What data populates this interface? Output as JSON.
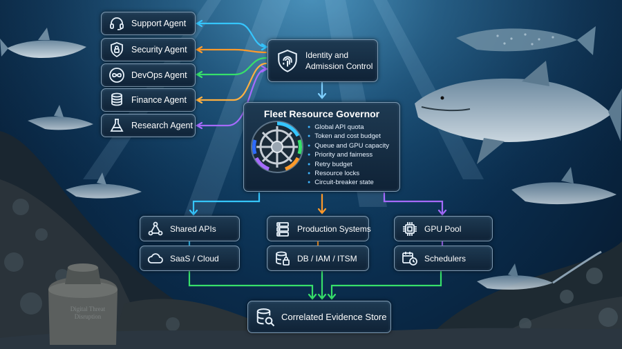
{
  "agents": [
    {
      "label": "Support Agent",
      "icon": "headset-icon",
      "color": "#35c6ff"
    },
    {
      "label": "Security Agent",
      "icon": "shield-lock-icon",
      "color": "#ff9a2a"
    },
    {
      "label": "DevOps Agent",
      "icon": "infinity-loop-icon",
      "color": "#37e06a"
    },
    {
      "label": "Finance Agent",
      "icon": "coin-stack-icon",
      "color": "#ffb040"
    },
    {
      "label": "Research Agent",
      "icon": "flask-icon",
      "color": "#a66bff"
    }
  ],
  "identity": {
    "line1": "Identity and",
    "line2": "Admission Control",
    "icon": "fingerprint-shield-icon"
  },
  "governor": {
    "title": "Fleet Resource Governor",
    "icon": "ship-wheel-icon",
    "items": [
      "Global API quota",
      "Token and cost budget",
      "Queue and GPU capacity",
      "Priority and fairness",
      "Retry budget",
      "Resource locks",
      "Circuit-breaker state"
    ]
  },
  "resources": {
    "shared_apis": {
      "label": "Shared APIs",
      "icon": "network-nodes-icon"
    },
    "saas_cloud": {
      "label": "SaaS / Cloud",
      "icon": "cloud-icon"
    },
    "production": {
      "label": "Production Systems",
      "icon": "server-icon"
    },
    "db_iam": {
      "label": "DB / IAM / ITSM",
      "icon": "database-lock-icon"
    },
    "gpu_pool": {
      "label": "GPU Pool",
      "icon": "chip-icon"
    },
    "schedulers": {
      "label": "Schedulers",
      "icon": "calendar-clock-icon"
    }
  },
  "evidence": {
    "label": "Correlated Evidence Store",
    "icon": "database-search-icon"
  },
  "watermark": "Digital Threat Disruption",
  "colors": {
    "blue": "#35c6ff",
    "orange": "#ff9a2a",
    "green": "#37e06a",
    "purple": "#a66bff",
    "box_border": "#7f9bb3"
  }
}
